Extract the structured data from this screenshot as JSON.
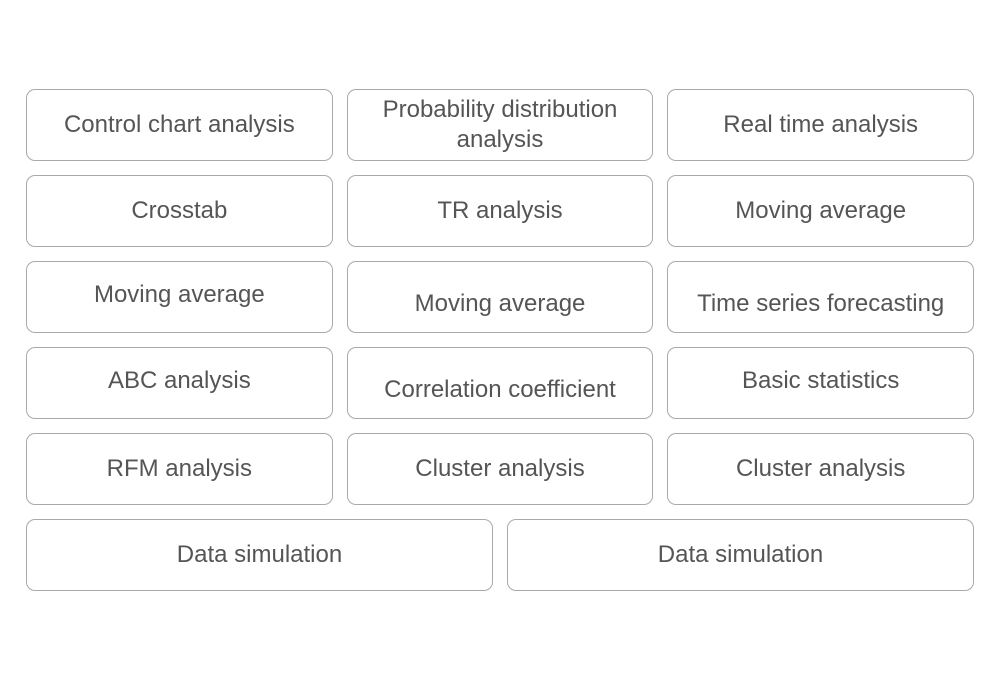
{
  "rows": [
    [
      "Control chart analysis",
      "Probability distribution analysis",
      "Real time analysis"
    ],
    [
      "Crosstab",
      "TR analysis",
      "Moving average"
    ],
    [
      "Moving average",
      "Moving average",
      "Time series forecasting"
    ],
    [
      "ABC analysis",
      "Correlation coefficient",
      "Basic statistics"
    ],
    [
      "RFM analysis",
      "Cluster analysis",
      "Cluster analysis"
    ],
    [
      "Data simulation",
      "Data simulation"
    ]
  ],
  "colors": {
    "border": "#a9a9a9",
    "text": "#555555",
    "background": "#ffffff"
  }
}
